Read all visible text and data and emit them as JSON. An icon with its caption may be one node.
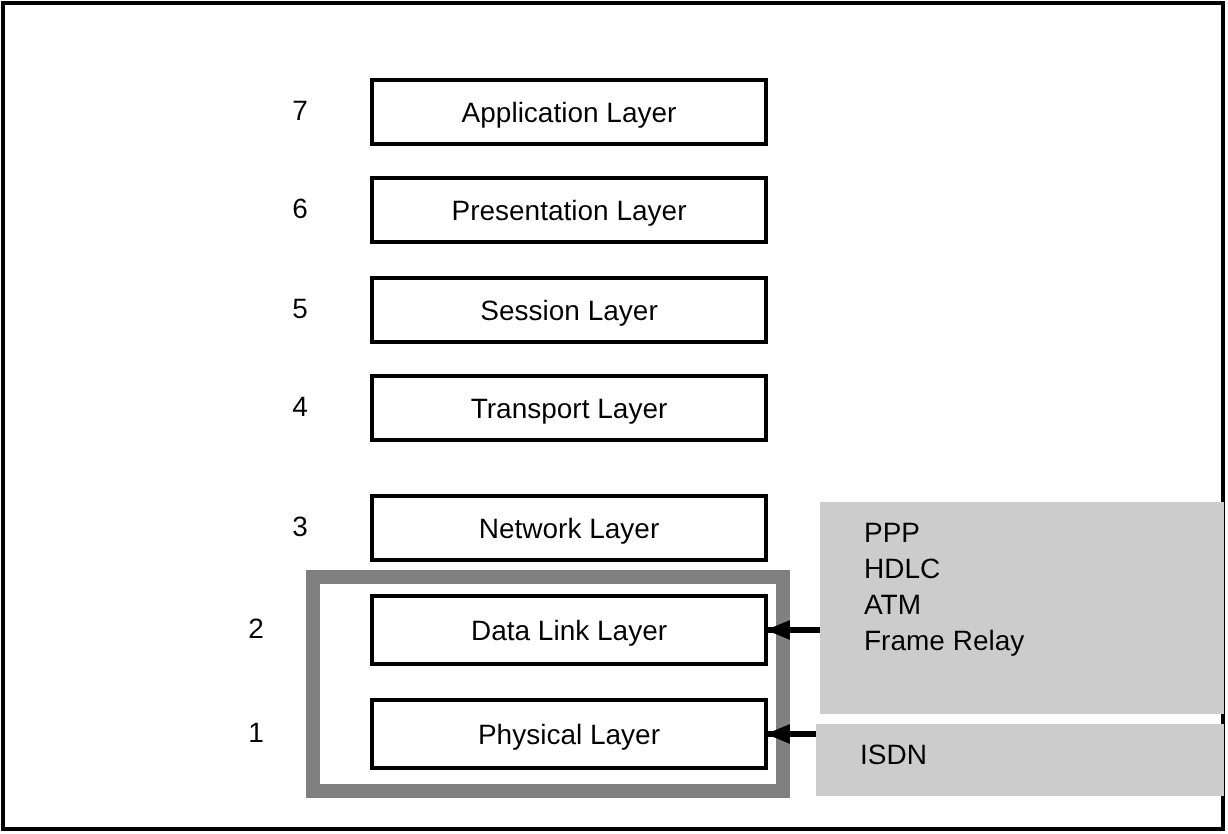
{
  "diagram": {
    "nodes": [
      {
        "text": [
          "Application Layer"
        ],
        "beside": [
          "7"
        ]
      },
      {
        "text": [
          "Presentation Layer"
        ],
        "beside": [
          "6"
        ]
      },
      {
        "text": [
          "Session Layer"
        ],
        "beside": [
          "5"
        ]
      },
      {
        "text": [
          "Transport Layer"
        ],
        "beside": [
          "4"
        ]
      },
      {
        "text": [
          "Network Layer"
        ],
        "beside": [
          "3"
        ]
      },
      {
        "text": [],
        "shape": "box"
      },
      {
        "text": [
          "Data Link Layer"
        ],
        "beside": [
          "2"
        ],
        "in": 5
      },
      {
        "text": [
          "Physical Layer"
        ],
        "beside": [
          "1"
        ],
        "in": 5
      },
      {
        "text": [
          "PPP",
          "HDLC",
          "ATM",
          "Frame Relay"
        ]
      },
      {
        "text": [
          "ISDN"
        ]
      }
    ],
    "edges": [
      {
        "from": 8,
        "to": 6,
        "arrow": "to"
      },
      {
        "from": 9,
        "to": 7,
        "arrow": "to"
      }
    ]
  }
}
